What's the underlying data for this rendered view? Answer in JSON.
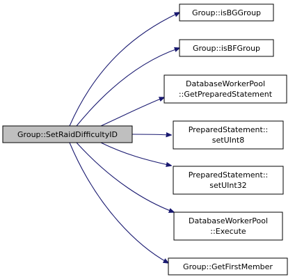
{
  "colors": {
    "root_fill": "#bfbfbf",
    "node_fill": "#ffffff",
    "node_stroke": "#000000",
    "edge": "#191970"
  },
  "graph": {
    "root": {
      "label": "Group::SetRaidDifficultyID"
    },
    "nodes": [
      {
        "id": "isBG",
        "lines": [
          "Group::isBGGroup"
        ]
      },
      {
        "id": "isBF",
        "lines": [
          "Group::isBFGroup"
        ]
      },
      {
        "id": "getPrepared",
        "lines": [
          "DatabaseWorkerPool",
          "::GetPreparedStatement"
        ]
      },
      {
        "id": "setUInt8",
        "lines": [
          "PreparedStatement::",
          "setUInt8"
        ]
      },
      {
        "id": "setUInt32",
        "lines": [
          "PreparedStatement::",
          "setUInt32"
        ]
      },
      {
        "id": "execute",
        "lines": [
          "DatabaseWorkerPool",
          "::Execute"
        ]
      },
      {
        "id": "firstMember",
        "lines": [
          "Group::GetFirstMember"
        ]
      }
    ]
  }
}
